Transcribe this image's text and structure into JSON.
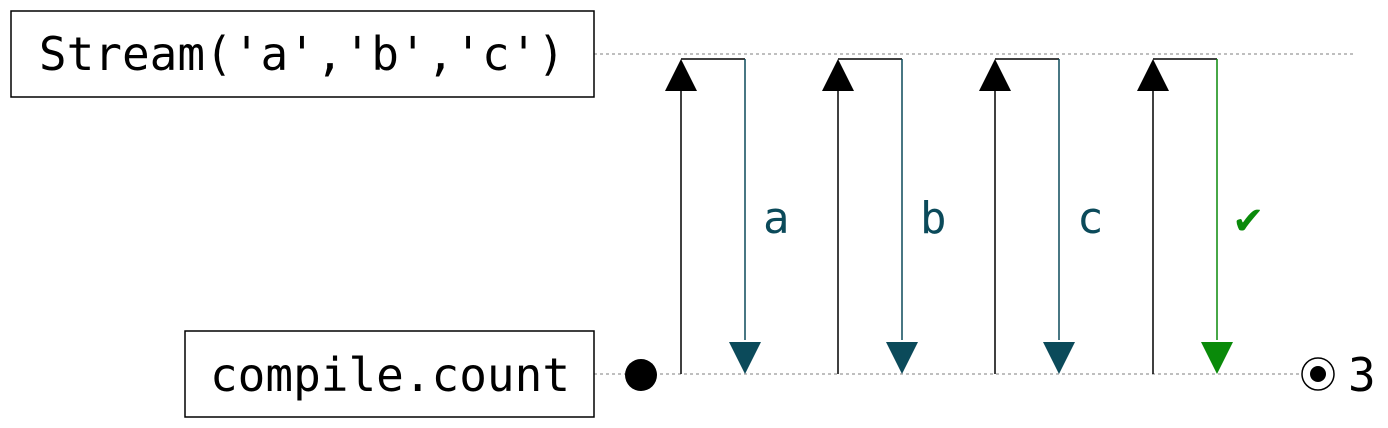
{
  "lanes": {
    "top": {
      "label": "Stream('a','b','c')"
    },
    "bottom": {
      "label": "compile.count"
    }
  },
  "result": {
    "label": "3"
  },
  "messages": [
    {
      "label": "a",
      "kind": "value"
    },
    {
      "label": "b",
      "kind": "value"
    },
    {
      "label": "c",
      "kind": "value"
    },
    {
      "label": "✔",
      "kind": "complete"
    }
  ],
  "colors": {
    "request": "#000000",
    "value": "#0b4a5a",
    "complete": "#0a8a0a",
    "lane": "#999999"
  }
}
